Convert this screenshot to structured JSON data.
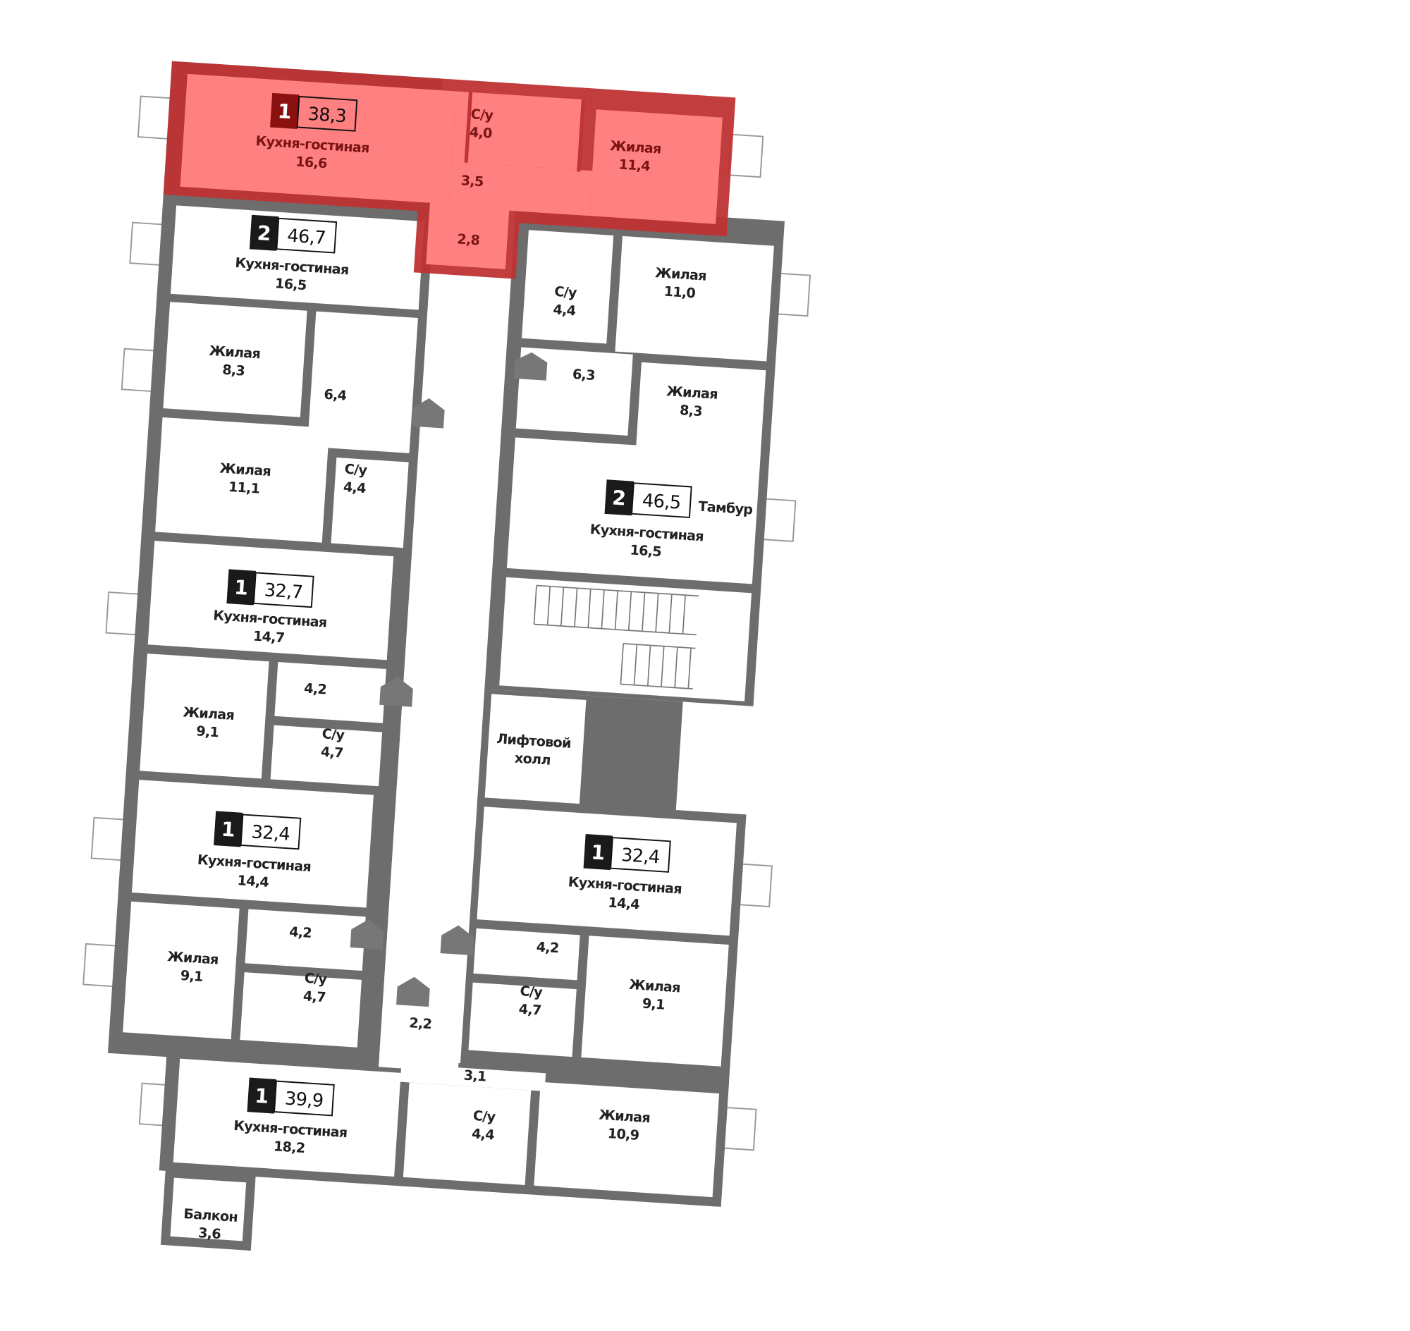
{
  "plan": {
    "colors": {
      "wall": "#6d6d6d",
      "room": "#ffffff",
      "highlight_fill": "#ff8080",
      "highlight_wall": "#bf3434",
      "badge": "#1a1a1a",
      "badge_highlight": "#8b1010"
    },
    "apartments": [
      {
        "rooms_count": "1",
        "area": "38,3",
        "highlighted": true
      },
      {
        "rooms_count": "2",
        "area": "46,7"
      },
      {
        "rooms_count": "2",
        "area": "46,5"
      },
      {
        "rooms_count": "1",
        "area": "32,7"
      },
      {
        "rooms_count": "1",
        "area": "32,4"
      },
      {
        "rooms_count": "1",
        "area": "32,4"
      },
      {
        "rooms_count": "1",
        "area": "39,9"
      }
    ],
    "rooms": [
      {
        "lines": [
          "Кухня-гостиная",
          "16,6"
        ],
        "highlighted": true
      },
      {
        "lines": [
          "С/у",
          "4,0"
        ],
        "highlighted": true
      },
      {
        "lines": [
          "Жилая",
          "11,4"
        ],
        "highlighted": true
      },
      {
        "lines": [
          "3,5"
        ],
        "highlighted": true
      },
      {
        "lines": [
          "2,8"
        ],
        "highlighted": true
      },
      {
        "lines": [
          "Кухня-гостиная",
          "16,5"
        ]
      },
      {
        "lines": [
          "Жилая",
          "8,3"
        ]
      },
      {
        "lines": [
          "6,4"
        ]
      },
      {
        "lines": [
          "Жилая",
          "11,1"
        ]
      },
      {
        "lines": [
          "С/у",
          "4,4"
        ]
      },
      {
        "lines": [
          "С/у",
          "4,4"
        ]
      },
      {
        "lines": [
          "Жилая",
          "11,0"
        ]
      },
      {
        "lines": [
          "6,3"
        ]
      },
      {
        "lines": [
          "Жилая",
          "8,3"
        ]
      },
      {
        "lines": [
          "Тамбур"
        ]
      },
      {
        "lines": [
          "Кухня-гостиная",
          "16,5"
        ]
      },
      {
        "lines": [
          "Кухня-гостиная",
          "14,7"
        ]
      },
      {
        "lines": [
          "4,2"
        ]
      },
      {
        "lines": [
          "Жилая",
          "9,1"
        ]
      },
      {
        "lines": [
          "С/у",
          "4,7"
        ]
      },
      {
        "lines": [
          "Лифтовой",
          "холл"
        ]
      },
      {
        "lines": [
          "Кухня-гостиная",
          "14,4"
        ]
      },
      {
        "lines": [
          "4,2"
        ]
      },
      {
        "lines": [
          "Жилая",
          "9,1"
        ]
      },
      {
        "lines": [
          "С/у",
          "4,7"
        ]
      },
      {
        "lines": [
          "Кухня-гостиная",
          "14,4"
        ]
      },
      {
        "lines": [
          "4,2"
        ]
      },
      {
        "lines": [
          "С/у",
          "4,7"
        ]
      },
      {
        "lines": [
          "Жилая",
          "9,1"
        ]
      },
      {
        "lines": [
          "2,2"
        ]
      },
      {
        "lines": [
          "3,1"
        ]
      },
      {
        "lines": [
          "Кухня-гостиная",
          "18,2"
        ]
      },
      {
        "lines": [
          "С/у",
          "4,4"
        ]
      },
      {
        "lines": [
          "Жилая",
          "10,9"
        ]
      },
      {
        "lines": [
          "Балкон",
          "3,6"
        ]
      }
    ]
  }
}
